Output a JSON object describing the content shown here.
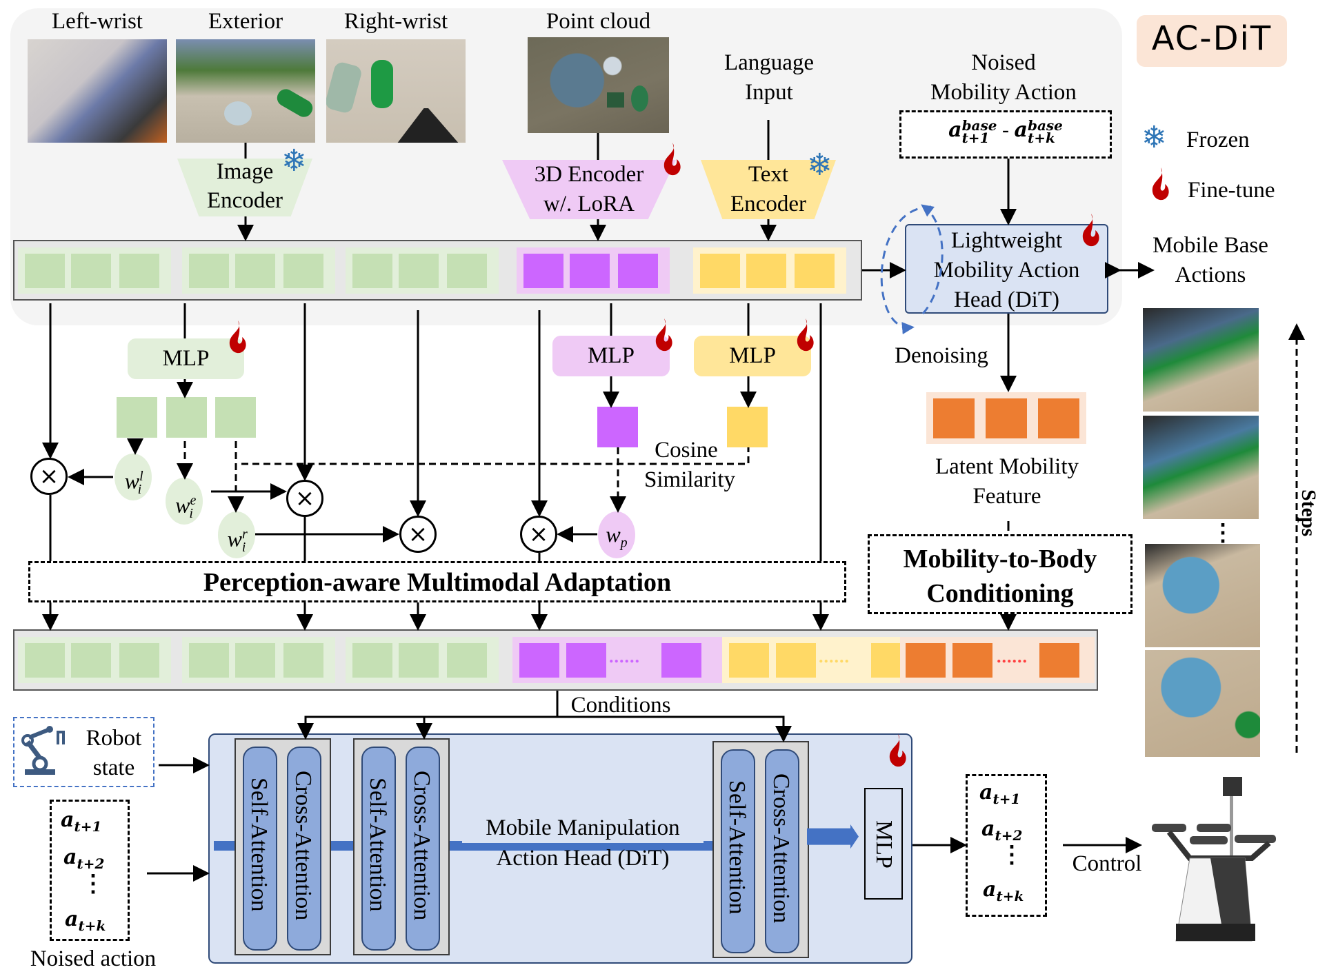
{
  "badge": {
    "label": "AC-DiT",
    "bg": "#fbe5d6"
  },
  "legend": {
    "frozen_label": "Frozen",
    "finetune_label": "Fine-tune"
  },
  "inputs": {
    "cams": [
      {
        "label": "Left-wrist"
      },
      {
        "label": "Exterior"
      },
      {
        "label": "Right-wrist"
      }
    ],
    "point_cloud_label": "Point cloud",
    "language_label_1": "Language",
    "language_label_2": "Input",
    "noised_mobility_1": "Noised",
    "noised_mobility_2": "Mobility Action",
    "noised_mobility_formula_a": "a",
    "noised_mobility_formula_sup": "base",
    "noised_mobility_formula_sub1": "t+1",
    "noised_mobility_formula_sep": "-",
    "noised_mobility_formula_subk": "t+k"
  },
  "encoders": {
    "image_1": "Image",
    "image_2": "Encoder",
    "pc_1": "3D Encoder",
    "pc_2": "w/. LoRA",
    "text_1": "Text",
    "text_2": "Encoder"
  },
  "mobility_head": {
    "line1": "Lightweight",
    "line2": "Mobility Action",
    "line3": "Head (DiT)",
    "denoising_label": "Denoising",
    "output_1": "Mobile Base",
    "output_2": "Actions",
    "latent_1": "Latent Mobility",
    "latent_2": "Feature"
  },
  "adaptation": {
    "mlp_label": "MLP",
    "cosine_1": "Cosine",
    "cosine_2": "Similarity",
    "weights": {
      "w": "w",
      "left_sup": "l",
      "ext_sup": "e",
      "right_sup": "r",
      "sub_i": "i",
      "p_sub": "p"
    },
    "multiply_symbol": "×",
    "pma_label": "Perception-aware Multimodal Adaptation",
    "m2b_1": "Mobility-to-Body",
    "m2b_2": "Conditioning",
    "ellipsis": "......",
    "conditions_label": "Conditions"
  },
  "dit": {
    "robot_state_1": "Robot",
    "robot_state_2": "state",
    "noised_action_label": "Noised action",
    "actions_in": [
      "t+1",
      "t+2",
      "t+k"
    ],
    "self_attn": "Self-Attention",
    "cross_attn": "Cross-Attention",
    "title_1": "Mobile Manipulation",
    "title_2": "Action Head (DiT)",
    "mlp_label": "MLP",
    "actions_out": [
      "t+1",
      "t+2",
      "t+k"
    ],
    "control_label": "Control",
    "steps_label": "Steps",
    "vdots": "⋮"
  },
  "colors": {
    "green_tok": "#c5e0b4",
    "green_bg": "#e2efda",
    "purple_tok": "#cc66ff",
    "purple_bg": "#efcaf5",
    "yellow_tok": "#ffd966",
    "yellow_bg": "#fff2cc",
    "orange_tok": "#ed7d31",
    "orange_bg": "#fbe5d6",
    "blue_box": "#dae3f3",
    "blue_arrow": "#4472c4",
    "flame": "#c00000",
    "snow": "#2e75b6"
  }
}
